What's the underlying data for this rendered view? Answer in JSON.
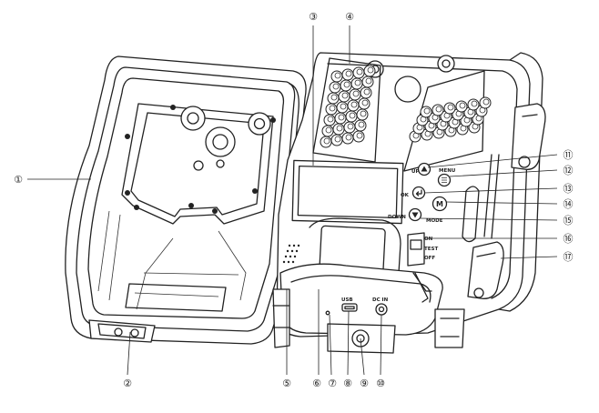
{
  "callouts": [
    {
      "number": "1",
      "glyph": "①"
    },
    {
      "number": "2",
      "glyph": "②"
    },
    {
      "number": "3",
      "glyph": "③"
    },
    {
      "number": "4",
      "glyph": "④"
    },
    {
      "number": "5",
      "glyph": "⑤"
    },
    {
      "number": "6",
      "glyph": "⑥"
    },
    {
      "number": "7",
      "glyph": "⑦"
    },
    {
      "number": "8",
      "glyph": "⑧"
    },
    {
      "number": "9",
      "glyph": "⑨"
    },
    {
      "number": "10",
      "glyph": "⑩"
    },
    {
      "number": "11",
      "glyph": "⑪"
    },
    {
      "number": "12",
      "glyph": "⑫"
    },
    {
      "number": "13",
      "glyph": "⑬"
    },
    {
      "number": "14",
      "glyph": "⑭"
    },
    {
      "number": "15",
      "glyph": "⑮"
    },
    {
      "number": "16",
      "glyph": "⑯"
    },
    {
      "number": "17",
      "glyph": "⑰"
    }
  ],
  "panel_labels": {
    "up": "UP",
    "menu": "MENU",
    "ok": "OK",
    "down": "DOWN",
    "mode": "MODE",
    "mode_button": "M",
    "switch_on": "ON",
    "switch_test": "TEST",
    "switch_off": "OFF",
    "usb": "USB",
    "dc_in": "DC IN"
  }
}
